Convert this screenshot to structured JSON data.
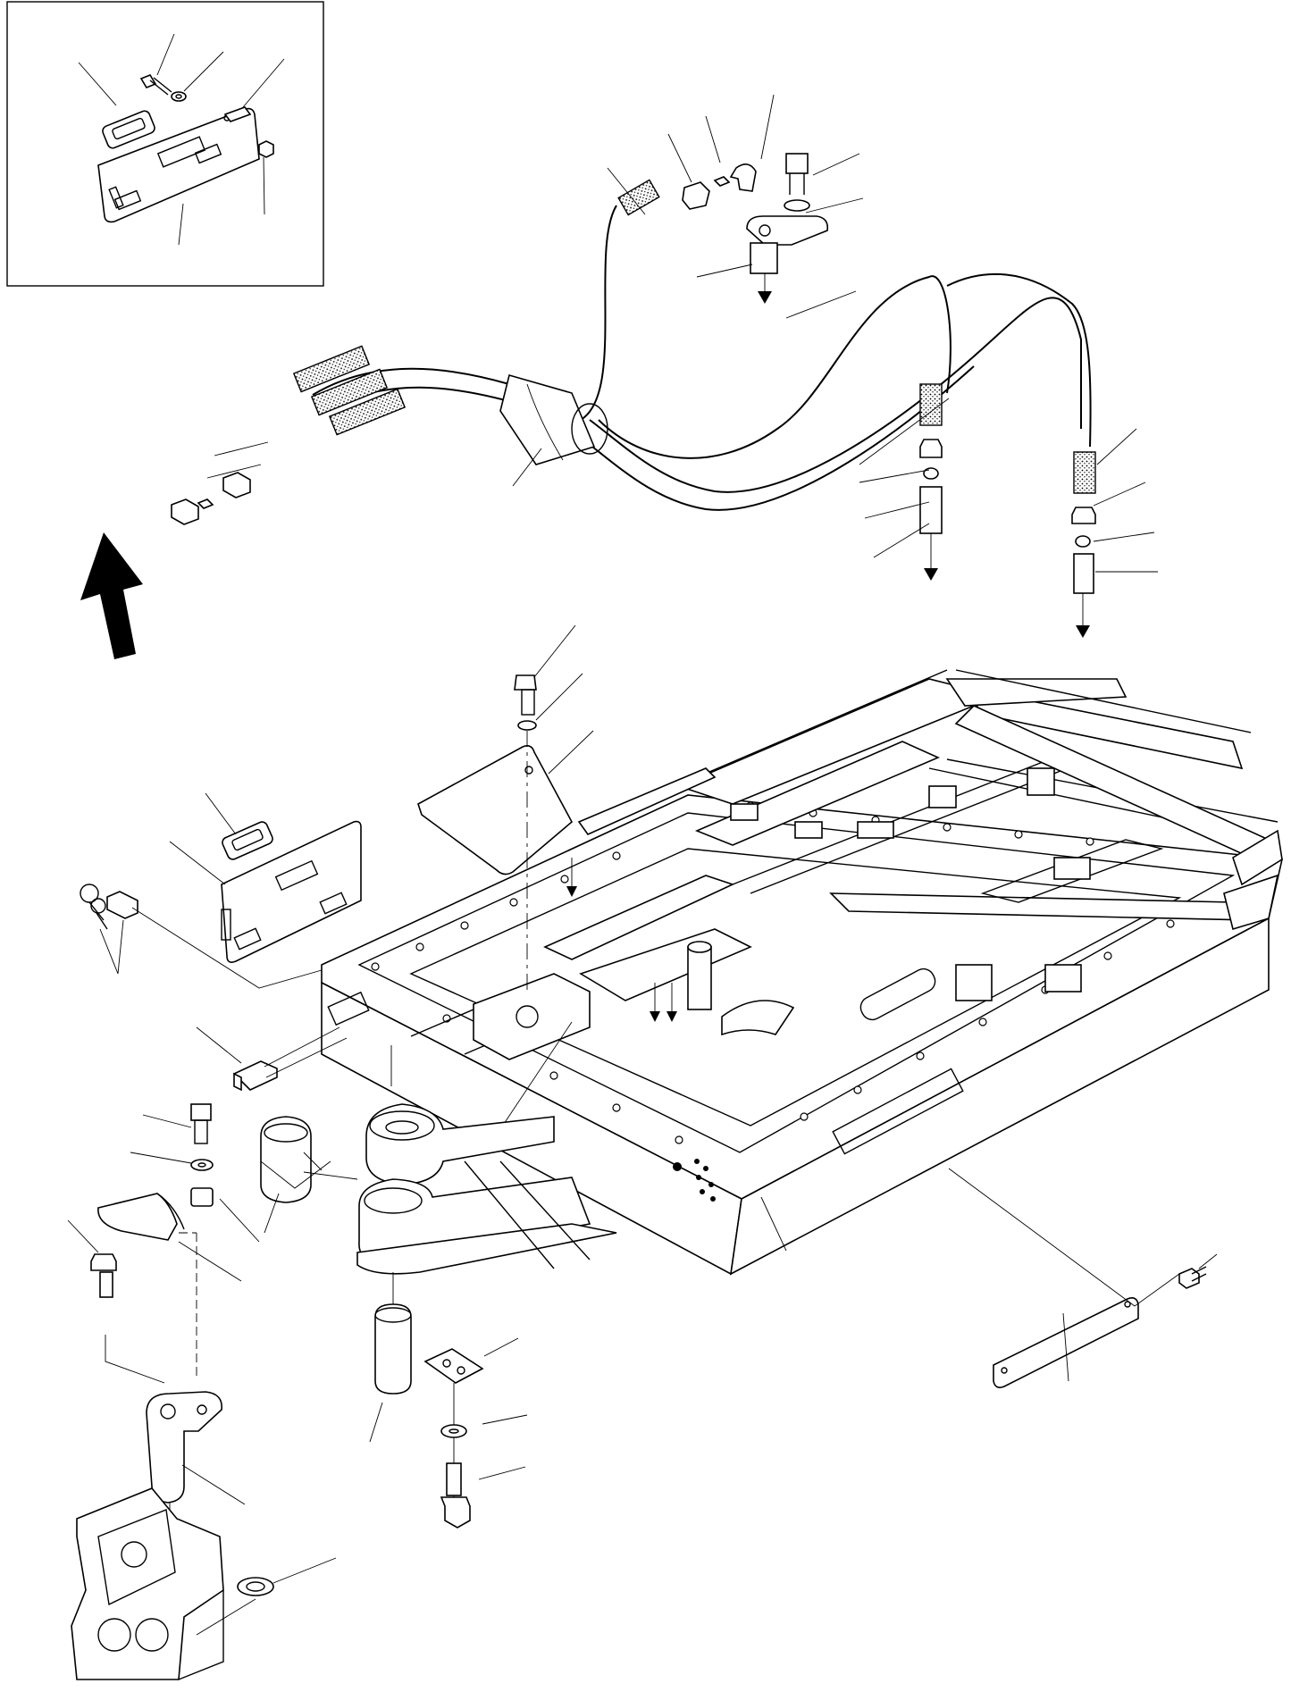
{
  "diagram": {
    "background": "#ffffff",
    "line_color": "#000000",
    "icons": [
      "inset-frame",
      "direction-arrow-icon",
      "hose-assembly",
      "revolving-frame",
      "swing-bracket",
      "cover-plate",
      "key-lock-icon",
      "grease-fitting-icon"
    ]
  }
}
